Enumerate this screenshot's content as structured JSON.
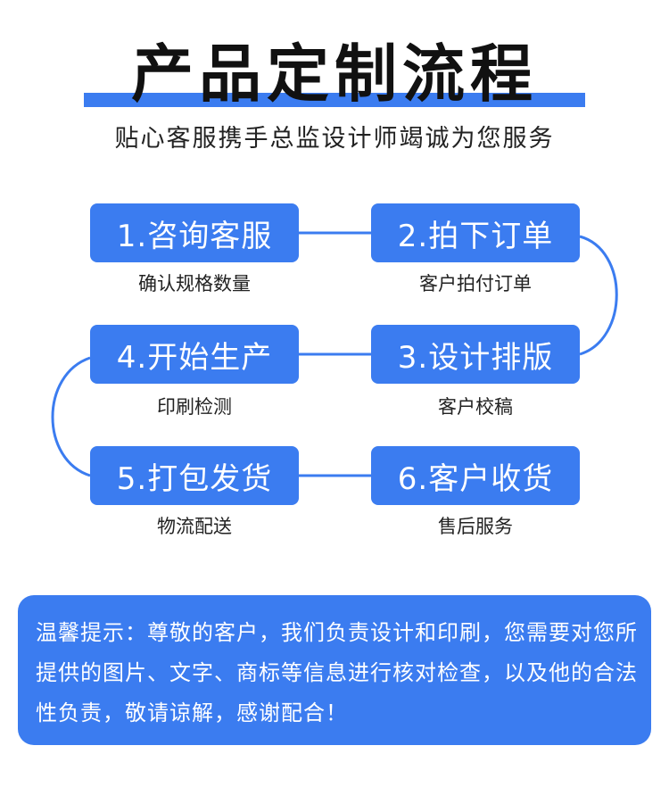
{
  "header": {
    "title": "产品定制流程",
    "subtitle": "贴心客服携手总监设计师竭诚为您服务"
  },
  "steps": [
    {
      "label": "1.咨询客服",
      "desc": "确认规格数量"
    },
    {
      "label": "2.拍下订单",
      "desc": "客户拍付订单"
    },
    {
      "label": "3.设计排版",
      "desc": "客户校稿"
    },
    {
      "label": "4.开始生产",
      "desc": "印刷检测"
    },
    {
      "label": "5.打包发货",
      "desc": "物流配送"
    },
    {
      "label": "6.客户收货",
      "desc": "售后服务"
    }
  ],
  "notice": {
    "text": "温馨提示：尊敬的客户，我们负责设计和印刷，您需要对您所提供的图片、文字、商标等信息进行核对检查，以及他的合法性负责，敬请谅解，感谢配合！"
  },
  "colors": {
    "accent": "#3b7cf0",
    "text": "#1a1a1a",
    "background": "#ffffff"
  }
}
